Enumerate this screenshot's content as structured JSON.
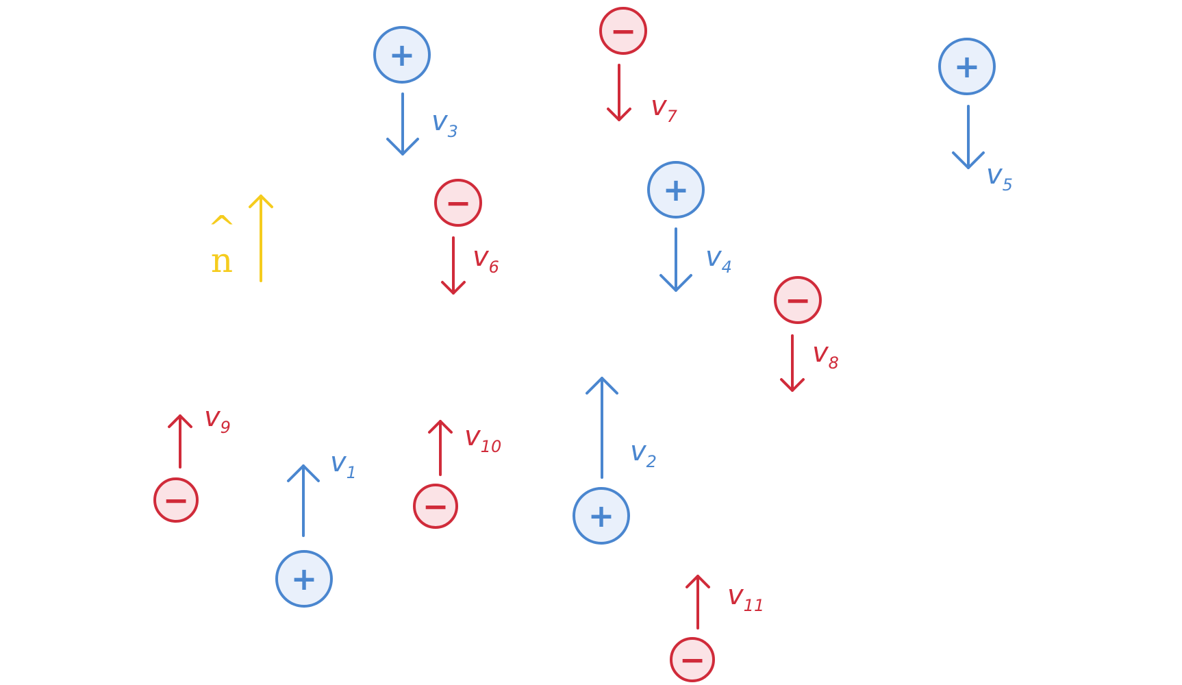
{
  "colors": {
    "positive": "#4a86cf",
    "positive_fill": "#e9f0fb",
    "negative": "#d02b3a",
    "negative_fill": "#fbe3e6",
    "normal": "#f5cc1e"
  },
  "normal_vector": {
    "symbol": "n",
    "hat": "^",
    "direction": "up"
  },
  "particles": [
    {
      "id": "p3",
      "charge": "+",
      "velocity": "v",
      "sub": "3",
      "direction": "down"
    },
    {
      "id": "p7",
      "charge": "−",
      "velocity": "v",
      "sub": "7",
      "direction": "down"
    },
    {
      "id": "p5",
      "charge": "+",
      "velocity": "v",
      "sub": "5",
      "direction": "down"
    },
    {
      "id": "p6",
      "charge": "−",
      "velocity": "v",
      "sub": "6",
      "direction": "down"
    },
    {
      "id": "p4",
      "charge": "+",
      "velocity": "v",
      "sub": "4",
      "direction": "down"
    },
    {
      "id": "p8",
      "charge": "−",
      "velocity": "v",
      "sub": "8",
      "direction": "down"
    },
    {
      "id": "p9",
      "charge": "−",
      "velocity": "v",
      "sub": "9",
      "direction": "up"
    },
    {
      "id": "p1",
      "charge": "+",
      "velocity": "v",
      "sub": "1",
      "direction": "up"
    },
    {
      "id": "p10",
      "charge": "−",
      "velocity": "v",
      "sub": "10",
      "direction": "up"
    },
    {
      "id": "p2",
      "charge": "+",
      "velocity": "v",
      "sub": "2",
      "direction": "up"
    },
    {
      "id": "p11",
      "charge": "−",
      "velocity": "v",
      "sub": "11",
      "direction": "up"
    }
  ]
}
